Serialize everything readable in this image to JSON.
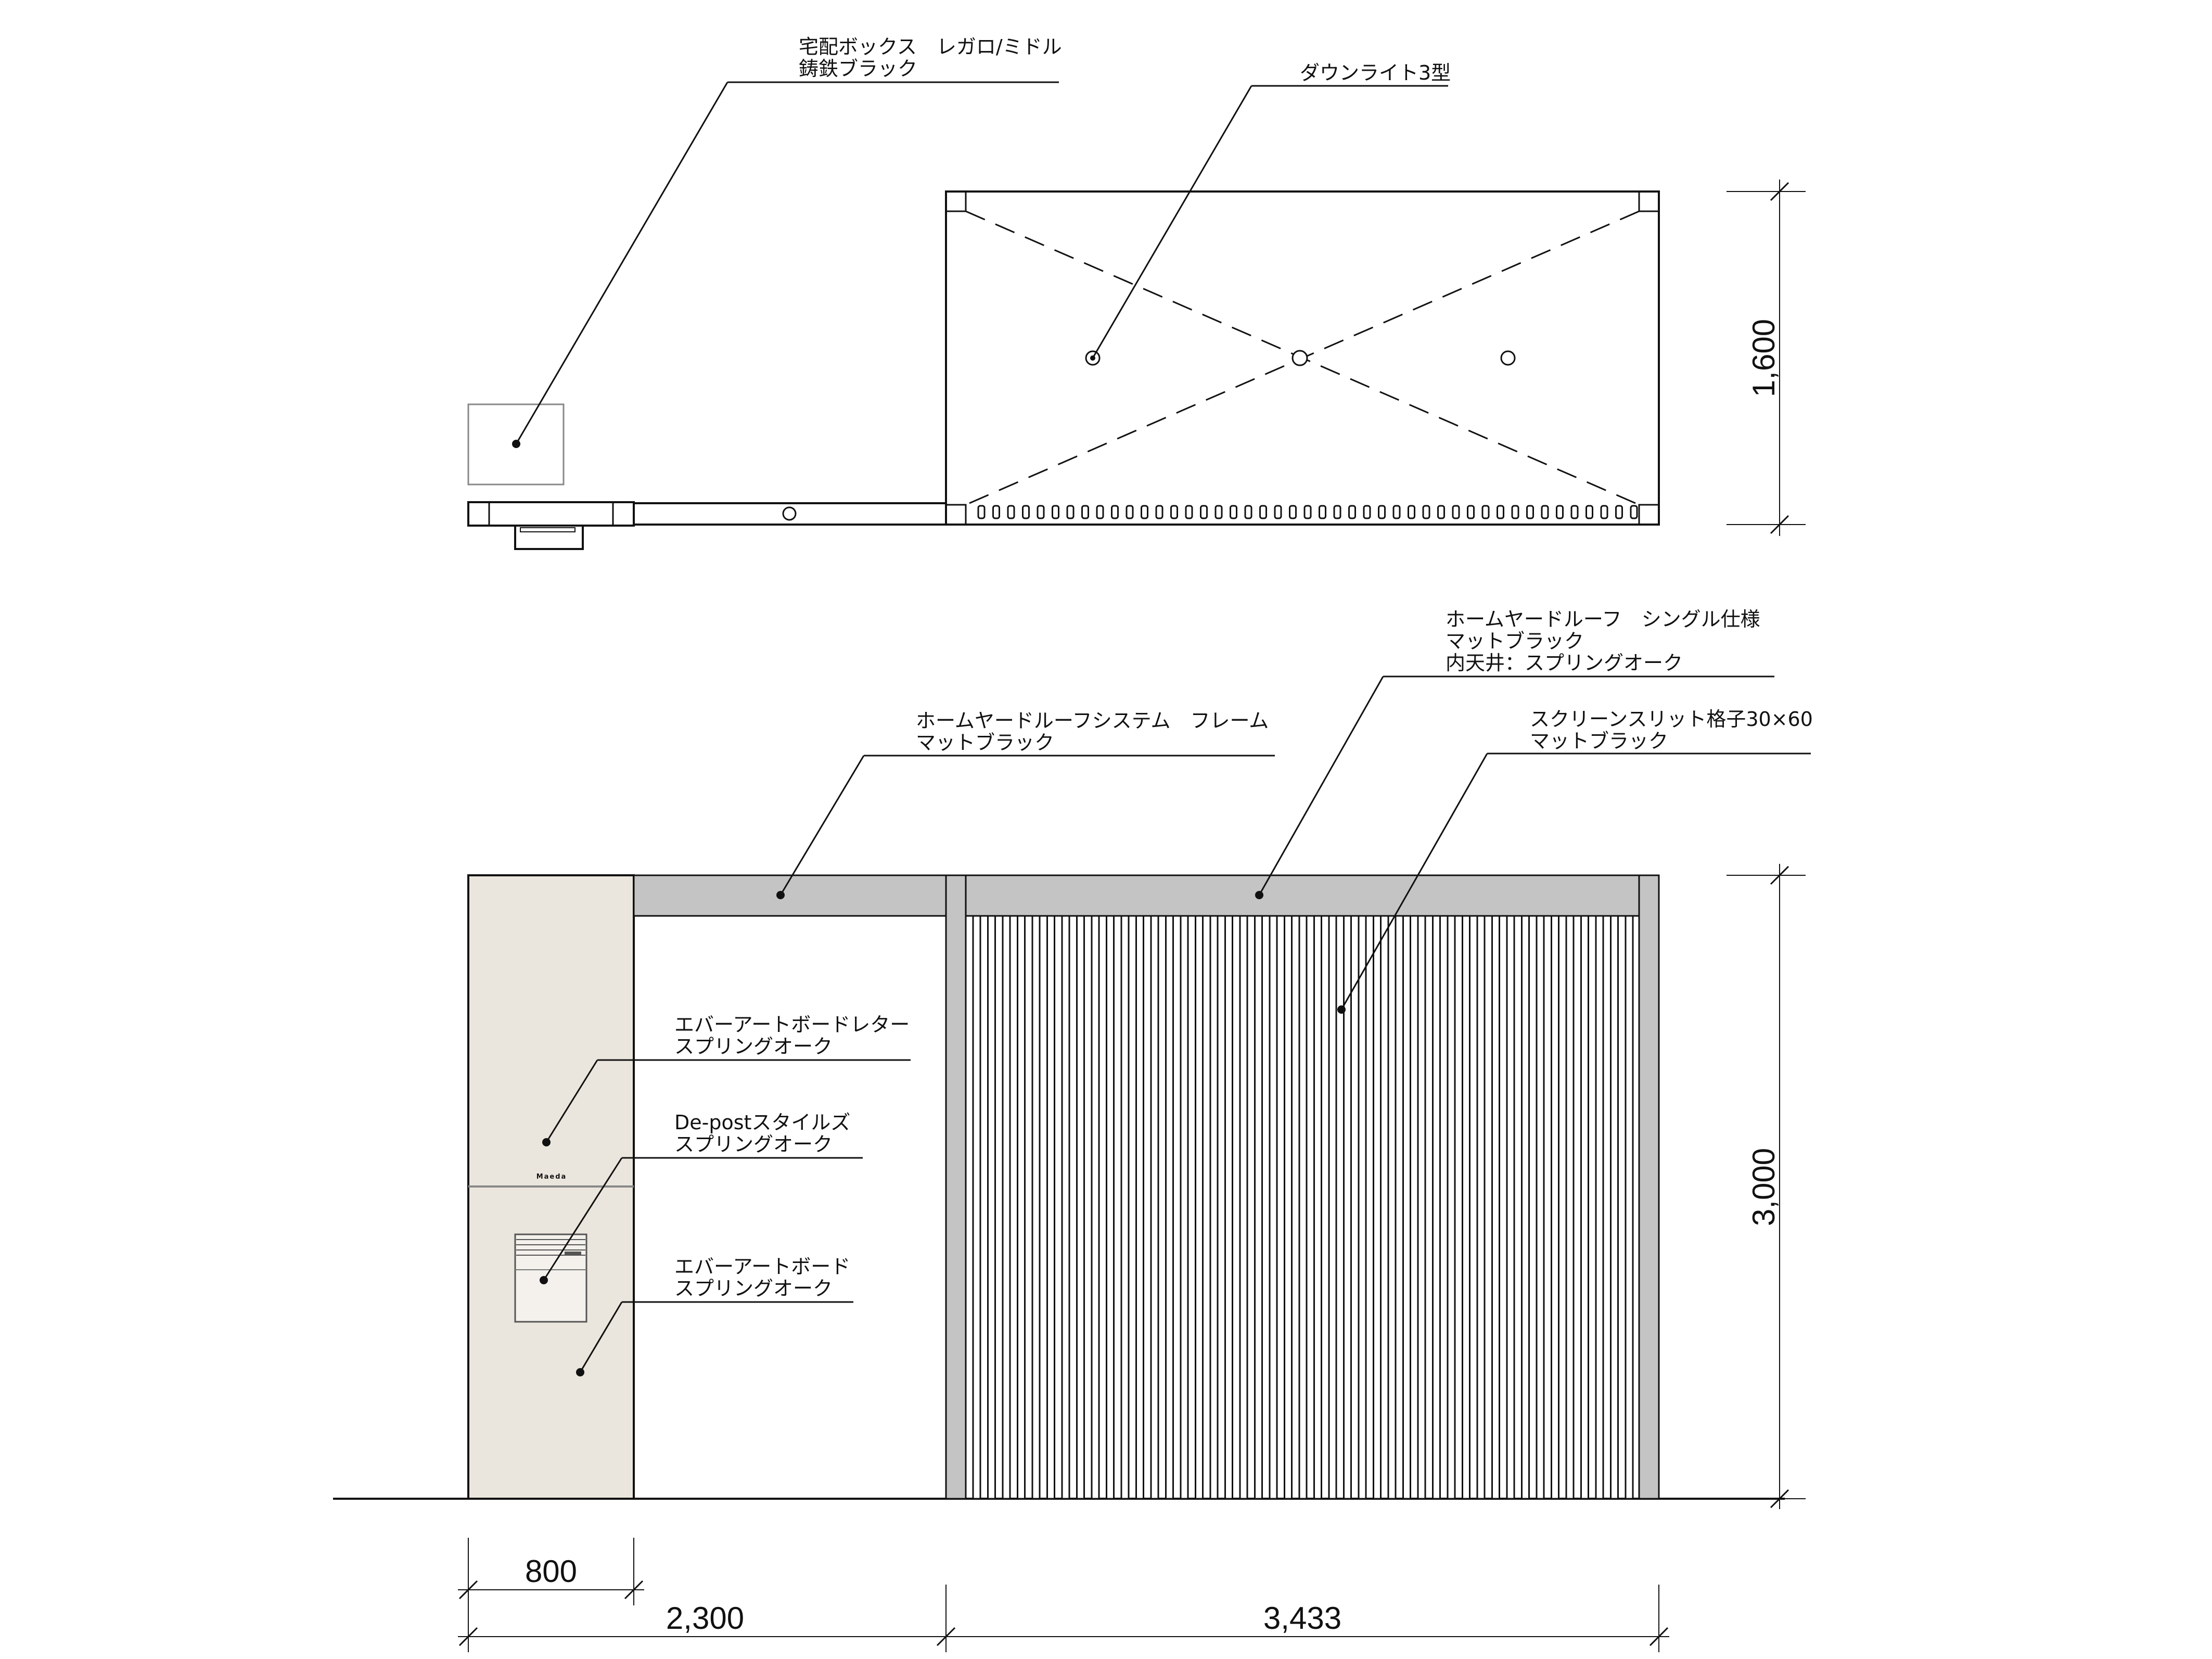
{
  "plan_view": {
    "labels": {
      "delivery_box": [
        "宅配ボックス　レガロ/ミドル",
        "鋳鉄ブラック"
      ],
      "downlight": [
        "ダウンライト3型"
      ]
    },
    "dimensions": {
      "depth": "1,600"
    }
  },
  "elevation_view": {
    "labels": {
      "roof_single": [
        "ホームヤードルーフ　シングル仕様",
        "マットブラック",
        "内天井：スプリングオーク"
      ],
      "roof_frame": [
        "ホームヤードルーフシステム　フレーム",
        "マットブラック"
      ],
      "screen": [
        "スクリーンスリット格子30×60",
        "マットブラック"
      ],
      "letter_board": [
        "エバーアートボードレター",
        "スプリングオーク"
      ],
      "depost": [
        "De-postスタイルズ",
        "スプリングオーク"
      ],
      "art_board": [
        "エバーアートボード",
        "スプリングオーク"
      ]
    },
    "wall_brand": "Maeda",
    "dimensions": {
      "height": "3,000",
      "wall_width": "800",
      "left_span": "2,300",
      "right_span": "3,433"
    }
  },
  "colors": {
    "line": "#111111",
    "frame_fill": "#c4c4c4",
    "wall_fill": "#ebe6dd"
  }
}
